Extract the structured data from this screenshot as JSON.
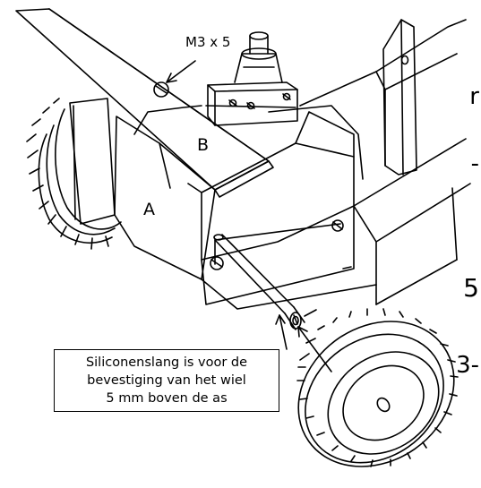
{
  "labels": {
    "screw": "M3 x 5",
    "part_a": "A",
    "part_b": "B"
  },
  "callout": {
    "line1": "Siliconenslang is voor de",
    "line2": "bevestiging van het wiel",
    "line3": "5 mm boven de as"
  },
  "edge_text": {
    "g1": "r",
    "g2": "-",
    "g3": "5",
    "g4": "3-"
  }
}
